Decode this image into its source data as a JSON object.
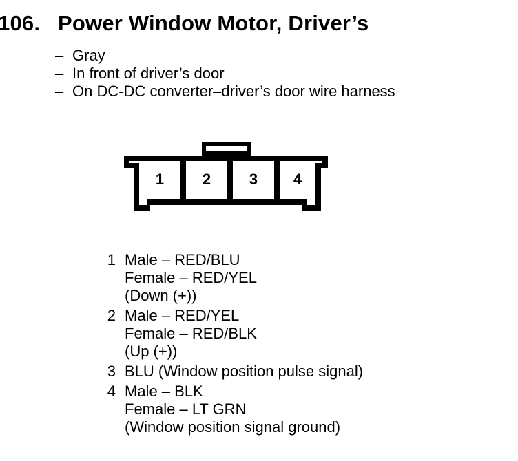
{
  "page": {
    "background": "#ffffff",
    "text_color": "#000000"
  },
  "header": {
    "number": "106.",
    "title": "Power Window Motor, Driver’s"
  },
  "notes": {
    "dash": "–",
    "items": [
      "Gray",
      "In front of driver’s door",
      "On DC-DC converter–driver’s door wire harness"
    ]
  },
  "connector": {
    "cells": [
      "1",
      "2",
      "3",
      "4"
    ]
  },
  "pins": [
    {
      "num": "1",
      "lines": [
        "Male – RED/BLU",
        "Female – RED/YEL",
        "(Down (+))"
      ]
    },
    {
      "num": "2",
      "lines": [
        "Male – RED/YEL",
        "Female – RED/BLK",
        "(Up (+))"
      ]
    },
    {
      "num": "3",
      "lines": [
        "BLU (Window position pulse signal)"
      ]
    },
    {
      "num": "4",
      "lines": [
        "Male – BLK",
        "Female – LT GRN",
        "(Window position signal ground)"
      ]
    }
  ]
}
